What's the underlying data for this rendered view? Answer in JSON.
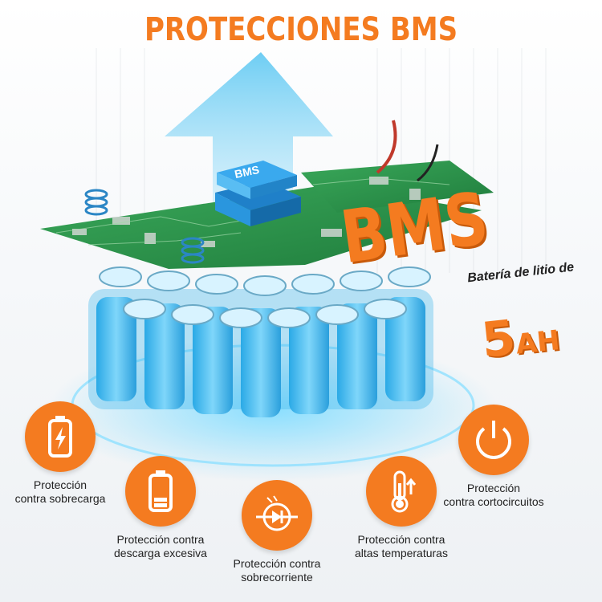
{
  "header": {
    "title": "PROTECCIONES BMS"
  },
  "board": {
    "chip_label": "BMS",
    "overlay_label": "BMS"
  },
  "battery": {
    "caption": "Batería de litio de",
    "capacity_value": "5",
    "capacity_unit": "AH"
  },
  "colors": {
    "accent": "#f47b20",
    "cells": "#4fc3f7",
    "board": "#2f9e4f"
  },
  "features": [
    {
      "icon": "battery-bolt-icon",
      "line1": "Protección",
      "line2": "contra sobrecarga"
    },
    {
      "icon": "battery-low-icon",
      "line1": "Protección contra",
      "line2": "descarga excesiva"
    },
    {
      "icon": "diode-icon",
      "line1": "Protección contra",
      "line2": "sobrecorriente"
    },
    {
      "icon": "thermometer-icon",
      "line1": "Protección contra",
      "line2": "altas temperaturas"
    },
    {
      "icon": "power-icon",
      "line1": "Protección",
      "line2": "contra cortocircuitos"
    }
  ]
}
